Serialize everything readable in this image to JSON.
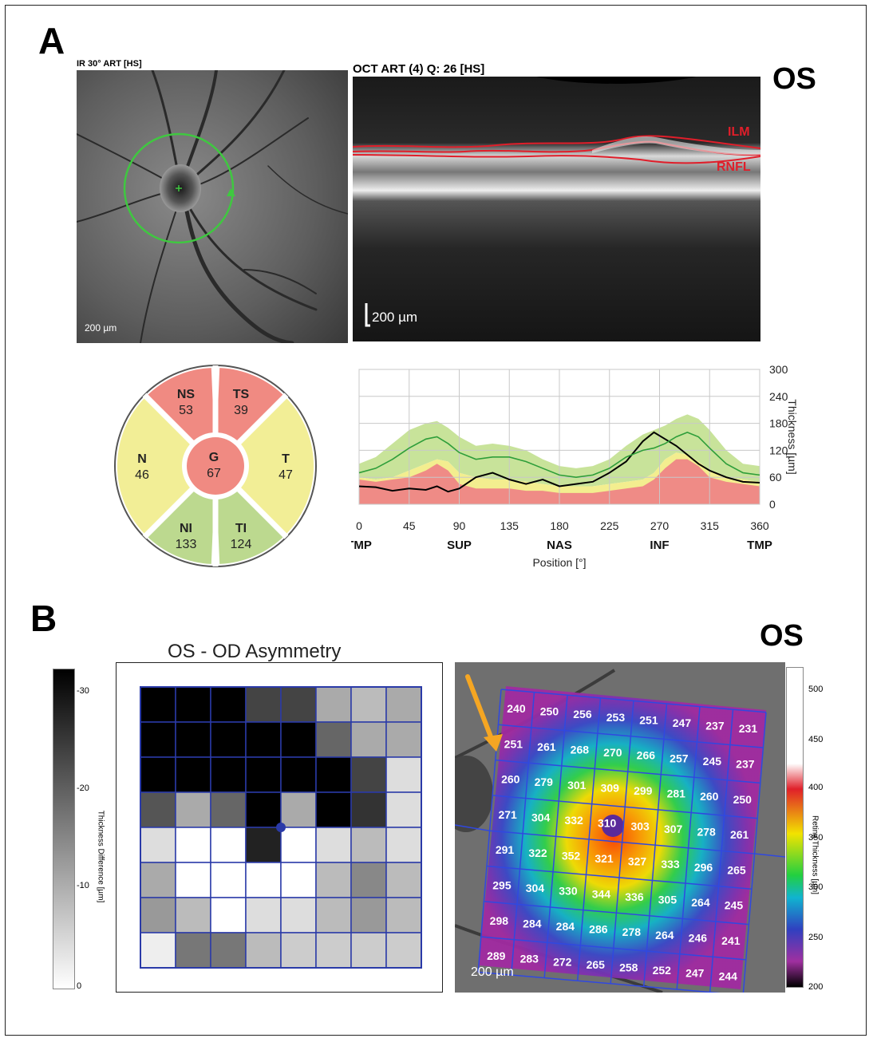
{
  "panel_a": {
    "letter": "A",
    "eye": "OS",
    "ir_title": "IR 30° ART [HS]",
    "ir_scale": "200 µm",
    "oct_title": "OCT ART (4) Q: 26 [HS]",
    "oct_scale": "200 µm",
    "ilm_label": "ILM",
    "rnfl_label": "RNFL",
    "sector_chart": {
      "sectors": [
        {
          "key": "NS",
          "label": "NS",
          "value": "53",
          "status": "red"
        },
        {
          "key": "TS",
          "label": "TS",
          "value": "39",
          "status": "red"
        },
        {
          "key": "N",
          "label": "N",
          "value": "46",
          "status": "yellow"
        },
        {
          "key": "G",
          "label": "G",
          "value": "67",
          "status": "red"
        },
        {
          "key": "T",
          "label": "T",
          "value": "47",
          "status": "yellow"
        },
        {
          "key": "NI",
          "label": "NI",
          "value": "133",
          "status": "green"
        },
        {
          "key": "TI",
          "label": "TI",
          "value": "124",
          "status": "green"
        }
      ],
      "colors": {
        "red": "#f08a82",
        "yellow": "#f2ee96",
        "green": "#bcd98f"
      }
    }
  },
  "chart_data": {
    "type": "line",
    "xlabel": "Position [°]",
    "ylabel": "Thickness [µm]",
    "x_ticks": [
      "0",
      "45",
      "90",
      "135",
      "180",
      "225",
      "270",
      "315",
      "360"
    ],
    "x_sector_labels": [
      "TMP",
      "SUP",
      "NAS",
      "INF",
      "TMP"
    ],
    "y_ticks": [
      "0",
      "60",
      "120",
      "180",
      "240",
      "300"
    ],
    "xlim": [
      0,
      360
    ],
    "ylim": [
      0,
      300
    ],
    "grid": true,
    "x": [
      0,
      15,
      30,
      45,
      60,
      70,
      80,
      90,
      105,
      120,
      135,
      150,
      165,
      180,
      195,
      210,
      225,
      240,
      255,
      265,
      275,
      285,
      295,
      305,
      315,
      330,
      345,
      360
    ],
    "series": [
      {
        "values": [
          40,
          38,
          30,
          35,
          32,
          40,
          28,
          35,
          60,
          70,
          55,
          45,
          55,
          40,
          45,
          50,
          70,
          95,
          140,
          160,
          145,
          130,
          110,
          90,
          75,
          60,
          50,
          48
        ]
      },
      {
        "values": [
          70,
          80,
          100,
          125,
          145,
          150,
          135,
          115,
          100,
          105,
          105,
          95,
          80,
          65,
          60,
          65,
          80,
          105,
          120,
          125,
          135,
          150,
          160,
          150,
          125,
          90,
          70,
          65
        ]
      }
    ],
    "bands": {
      "red_upper": [
        55,
        50,
        55,
        60,
        75,
        90,
        75,
        45,
        35,
        35,
        35,
        30,
        30,
        25,
        25,
        25,
        30,
        35,
        40,
        55,
        80,
        100,
        100,
        85,
        60,
        50,
        45,
        40
      ],
      "yellow_upper": [
        60,
        55,
        60,
        75,
        90,
        100,
        95,
        70,
        60,
        55,
        55,
        50,
        45,
        40,
        40,
        40,
        45,
        50,
        55,
        70,
        100,
        115,
        110,
        95,
        75,
        60,
        55,
        50
      ],
      "green_upper": [
        90,
        105,
        135,
        165,
        180,
        185,
        170,
        150,
        130,
        135,
        130,
        120,
        100,
        85,
        80,
        85,
        100,
        130,
        155,
        165,
        175,
        190,
        200,
        190,
        165,
        120,
        90,
        85
      ],
      "green_lower": [
        60,
        55,
        60,
        75,
        90,
        100,
        95,
        70,
        60,
        55,
        55,
        50,
        45,
        40,
        40,
        40,
        45,
        50,
        55,
        70,
        100,
        115,
        110,
        95,
        75,
        60,
        55,
        50
      ]
    },
    "colors": {
      "measured": "#000000",
      "normal_mean": "#2e9e3a",
      "band_green": "#c8e39a",
      "band_yellow": "#f3ee8f",
      "band_red": "#ef8b86"
    }
  },
  "panel_b": {
    "letter": "B",
    "eye": "OS",
    "asym_title": "OS - OD Asymmetry",
    "asym_colorbar": {
      "label": "Thickness Difference [µm]",
      "ticks": [
        "-30",
        "-20",
        "-10",
        "0"
      ]
    },
    "asym_grid_levels": [
      [
        30,
        30,
        30,
        22,
        22,
        10,
        8,
        10
      ],
      [
        30,
        30,
        30,
        30,
        30,
        18,
        10,
        10
      ],
      [
        30,
        30,
        30,
        30,
        30,
        30,
        22,
        4
      ],
      [
        20,
        10,
        18,
        30,
        10,
        30,
        24,
        4
      ],
      [
        4,
        0,
        0,
        26,
        0,
        4,
        8,
        4
      ],
      [
        10,
        0,
        0,
        0,
        0,
        8,
        14,
        8
      ],
      [
        12,
        8,
        0,
        4,
        4,
        8,
        12,
        8
      ],
      [
        2,
        16,
        16,
        8,
        6,
        6,
        6,
        6
      ]
    ],
    "thick_colorbar": {
      "label": "Retina Thickness [µm]",
      "ticks": [
        "500",
        "450",
        "400",
        "350",
        "300",
        "250",
        "200"
      ]
    },
    "thick_scale": "200 µm",
    "thickness_grid": [
      [
        "240",
        "250",
        "256",
        "253",
        "251",
        "247",
        "237",
        "231"
      ],
      [
        "251",
        "261",
        "268",
        "270",
        "266",
        "257",
        "245",
        "237"
      ],
      [
        "260",
        "279",
        "301",
        "309",
        "299",
        "281",
        "260",
        "250"
      ],
      [
        "271",
        "304",
        "332",
        "310",
        "303",
        "307",
        "278",
        "261"
      ],
      [
        "291",
        "322",
        "352",
        "321",
        "327",
        "333",
        "296",
        "265"
      ],
      [
        "295",
        "304",
        "330",
        "344",
        "336",
        "305",
        "264",
        "245"
      ],
      [
        "298",
        "284",
        "284",
        "286",
        "278",
        "264",
        "246",
        "241"
      ],
      [
        "289",
        "283",
        "272",
        "265",
        "258",
        "252",
        "247",
        "244"
      ]
    ],
    "arrow_color": "#f5a623"
  }
}
